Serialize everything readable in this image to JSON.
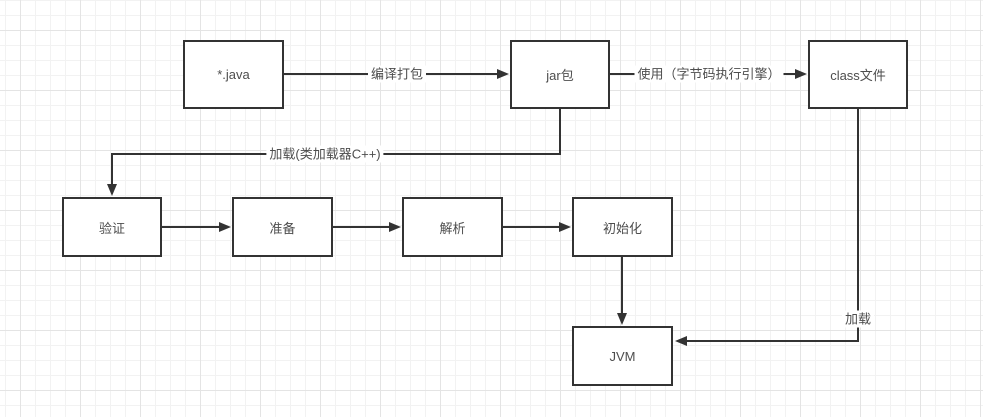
{
  "canvas": {
    "background_color": "#ffffff",
    "grid_minor_color": "#f2f2f2",
    "grid_major_color": "#e4e4e4",
    "stroke_color": "#333333",
    "text_color": "#4d4d4d"
  },
  "diagram": {
    "nodes": [
      {
        "label": "*.java"
      },
      {
        "label": "jar包"
      },
      {
        "label": "class文件"
      },
      {
        "label": "验证"
      },
      {
        "label": "准备"
      },
      {
        "label": "解析"
      },
      {
        "label": "初始化"
      },
      {
        "label": "JVM"
      }
    ],
    "edges": [
      {
        "label": "编译打包",
        "from": "*.java",
        "to": "jar包"
      },
      {
        "label": "使用（字节码执行引擎）",
        "from": "jar包",
        "to": "class文件"
      },
      {
        "label": "加载(类加载器C++)",
        "from": "jar包",
        "to": "验证"
      },
      {
        "label": "",
        "from": "验证",
        "to": "准备"
      },
      {
        "label": "",
        "from": "准备",
        "to": "解析"
      },
      {
        "label": "",
        "from": "解析",
        "to": "初始化"
      },
      {
        "label": "",
        "from": "初始化",
        "to": "JVM"
      },
      {
        "label": "加载",
        "from": "class文件",
        "to": "JVM"
      }
    ]
  }
}
